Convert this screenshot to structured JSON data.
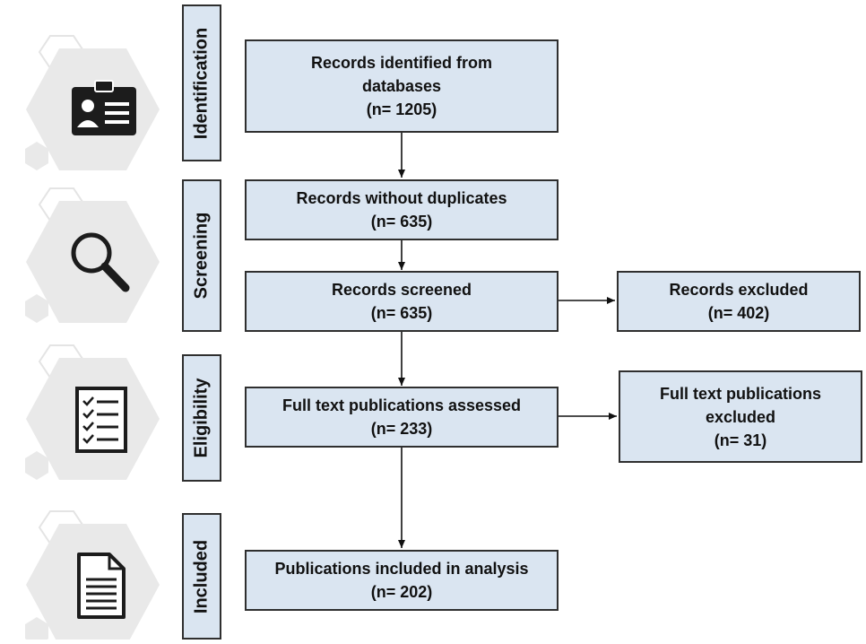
{
  "stages": [
    {
      "label": "Identification",
      "icon": "id-card-icon"
    },
    {
      "label": "Screening",
      "icon": "magnifier-icon"
    },
    {
      "label": "Eligibility",
      "icon": "checklist-icon"
    },
    {
      "label": "Included",
      "icon": "document-icon"
    }
  ],
  "boxes": {
    "identified": {
      "line1": "Records identified from",
      "line2": "databases",
      "count": "(n= 1205)"
    },
    "no_duplicates": {
      "line1": "Records without duplicates",
      "count": "(n= 635)"
    },
    "screened": {
      "line1": "Records screened",
      "count": "(n= 635)"
    },
    "excluded": {
      "line1": "Records excluded",
      "count": "(n= 402)"
    },
    "assessed": {
      "line1": "Full text publications assessed",
      "count": "(n= 233)"
    },
    "fulltext_excluded": {
      "line1": "Full text publications",
      "line2": "excluded",
      "count": "(n= 31)"
    },
    "included": {
      "line1": "Publications included in analysis",
      "count": "(n= 202)"
    }
  },
  "colors": {
    "box_fill": "#dae5f1",
    "border": "#2f2f2f",
    "hexagon": "#e9e9e9"
  }
}
